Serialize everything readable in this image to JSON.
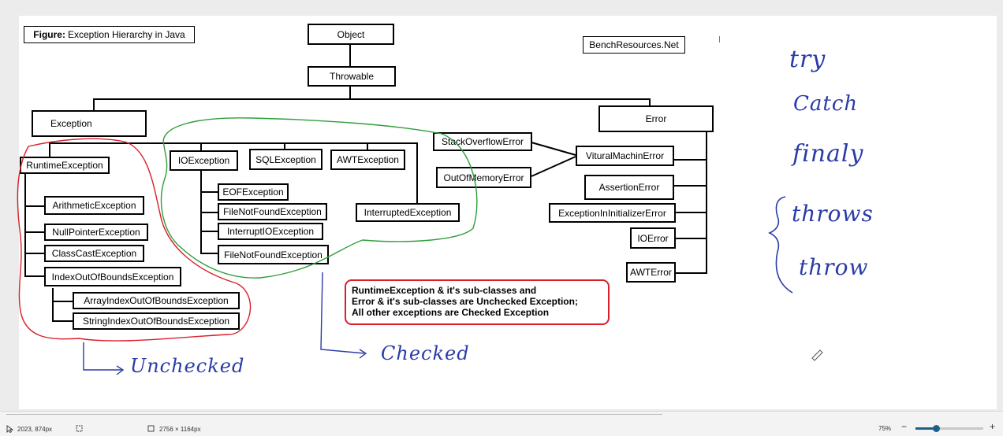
{
  "figure": {
    "caption_bold": "Figure:",
    "caption_text": "Exception Hierarchy in Java",
    "watermark": "BenchResources.Net"
  },
  "nodes": {
    "object": "Object",
    "throwable": "Throwable",
    "exception": "Exception",
    "error": "Error",
    "runtime_exception": "RuntimeException",
    "arithmetic_exception": "ArithmeticException",
    "null_pointer_exception": "NullPointerException",
    "class_cast_exception": "ClassCastException",
    "index_out_of_bounds_exception": "IndexOutOfBoundsException",
    "array_index_out_of_bounds_exception": "ArrayIndexOutOfBoundsException",
    "string_index_out_of_bounds_exception": "StringIndexOutOfBoundsException",
    "io_exception": "IOException",
    "sql_exception": "SQLException",
    "awt_exception": "AWTException",
    "eof_exception": "EOFException",
    "file_not_found_exception_1": "FileNotFoundException",
    "interrupt_io_exception": "InterruptIOException",
    "file_not_found_exception_2": "FileNotFoundException",
    "interrupted_exception": "InterruptedException",
    "stack_overflow_error": "StackOverflowError",
    "out_of_memory_error": "OutOfMemoryError",
    "virtual_machine_error": "VituralMachinError",
    "assertion_error": "AssertionError",
    "exception_in_initializer_error": "ExceptionInInitializerError",
    "io_error": "IOError",
    "awt_error": "AWTError"
  },
  "note": {
    "line1": "RuntimeException & it's sub-classes and",
    "line2": "Error & it's sub-classes are Unchecked Exception;",
    "line3": "All other exceptions are Checked Exception"
  },
  "handwriting": {
    "unchecked": "Unchecked",
    "checked": "Checked",
    "try": "try",
    "catch": "Catch",
    "finally": "finaly",
    "throws": "throws",
    "throw": "throw"
  },
  "annotation_colors": {
    "unchecked_loop": "#d9202a",
    "checked_loop": "#2e9e3a",
    "handwriting": "#2a3ba8",
    "note_border": "#d9202a"
  },
  "statusbar": {
    "cursor_position": "2023, 874px",
    "image_size": "2756 × 1164px",
    "zoom_level": "75%",
    "zoom_fraction": 0.3,
    "zoom_out_label": "−",
    "zoom_in_label": "+",
    "cursor_icon": "pointer-icon",
    "selection_icon": "selection-icon",
    "size_icon": "image-size-icon"
  }
}
